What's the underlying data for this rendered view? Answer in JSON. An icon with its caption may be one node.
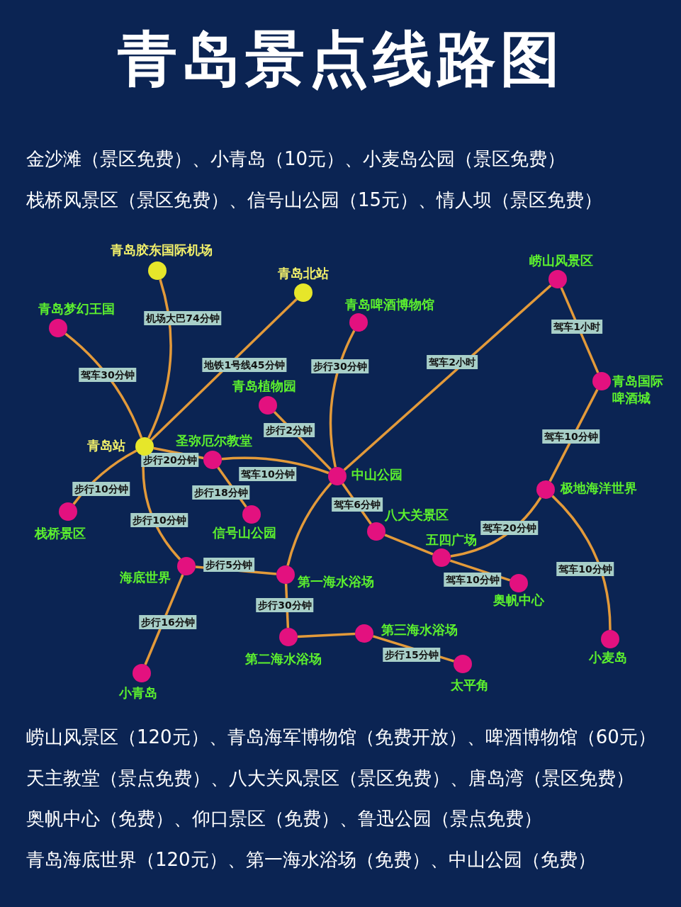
{
  "diagram": {
    "title": "青岛景点线路图",
    "nodes": [
      {
        "text": [
          "青岛胶东国际机场"
        ]
      },
      {
        "text": [
          "青岛北站"
        ]
      },
      {
        "text": [
          "青岛梦幻王国"
        ]
      },
      {
        "text": [
          "青岛啤酒博物馆"
        ]
      },
      {
        "text": [
          "崂山风景区"
        ]
      },
      {
        "text": [
          "青岛国际啤酒城"
        ]
      },
      {
        "text": [
          "青岛植物园"
        ]
      },
      {
        "text": [
          "青岛站"
        ]
      },
      {
        "text": [
          "圣弥厄尔教堂"
        ]
      },
      {
        "text": [
          "中山公园"
        ]
      },
      {
        "text": [
          "极地海洋世界"
        ]
      },
      {
        "text": [
          "栈桥景区"
        ]
      },
      {
        "text": [
          "信号山公园"
        ]
      },
      {
        "text": [
          "八大关景区"
        ]
      },
      {
        "text": [
          "五四广场"
        ]
      },
      {
        "text": [
          "海底世界"
        ]
      },
      {
        "text": [
          "第一海水浴场"
        ]
      },
      {
        "text": [
          "奥帆中心"
        ]
      },
      {
        "text": [
          "第二海水浴场"
        ]
      },
      {
        "text": [
          "第三海水浴场"
        ]
      },
      {
        "text": [
          "小青岛"
        ]
      },
      {
        "text": [
          "太平角"
        ]
      },
      {
        "text": [
          "小麦岛"
        ]
      }
    ],
    "edges": [
      {
        "from": 0,
        "to": 7,
        "arrow": "none",
        "label": "机场大巴74分钟"
      },
      {
        "from": 1,
        "to": 7,
        "arrow": "none",
        "label": "地铁1号线45分钟"
      },
      {
        "from": 2,
        "to": 7,
        "arrow": "none",
        "label": "驾车30分钟"
      },
      {
        "from": 7,
        "to": 8,
        "arrow": "none",
        "label": "步行20分钟"
      },
      {
        "from": 6,
        "to": 9,
        "arrow": "none",
        "label": "步行2分钟"
      },
      {
        "from": 3,
        "to": 9,
        "arrow": "none",
        "label": "步行30分钟"
      },
      {
        "from": 8,
        "to": 9,
        "arrow": "none",
        "label": "驾车10分钟"
      },
      {
        "from": 8,
        "to": 12,
        "arrow": "none",
        "label": "步行18分钟"
      },
      {
        "from": 7,
        "to": 11,
        "arrow": "none",
        "label": "步行10分钟"
      },
      {
        "from": 7,
        "to": 15,
        "arrow": "none",
        "label": "步行10分钟"
      },
      {
        "from": 9,
        "to": 4,
        "arrow": "none",
        "label": "驾车2小时"
      },
      {
        "from": 4,
        "to": 5,
        "arrow": "none",
        "label": "驾车1小时"
      },
      {
        "from": 5,
        "to": 10,
        "arrow": "none",
        "label": "驾车10分钟"
      },
      {
        "from": 9,
        "to": 13,
        "arrow": "none",
        "label": "驾车6分钟"
      },
      {
        "from": 13,
        "to": 14,
        "arrow": "none"
      },
      {
        "from": 14,
        "to": 10,
        "arrow": "none",
        "label": "驾车20分钟"
      },
      {
        "from": 14,
        "to": 17,
        "arrow": "none",
        "label": "驾车10分钟"
      },
      {
        "from": 10,
        "to": 22,
        "arrow": "none",
        "label": "驾车10分钟"
      },
      {
        "from": 15,
        "to": 16,
        "arrow": "none",
        "label": "步行5分钟"
      },
      {
        "from": 9,
        "to": 16,
        "arrow": "none"
      },
      {
        "from": 15,
        "to": 20,
        "arrow": "none",
        "label": "步行16分钟"
      },
      {
        "from": 16,
        "to": 18,
        "arrow": "none",
        "label": "步行30分钟"
      },
      {
        "from": 18,
        "to": 19,
        "arrow": "none"
      },
      {
        "from": 19,
        "to": 21,
        "arrow": "none",
        "label": "步行15分钟"
      }
    ],
    "labels": [
      "金沙滩（景区免费）、小青岛（10元）、小麦岛公园（景区免费）",
      "栈桥风景区（景区免费）、信号山公园（15元）、情人坝（景区免费）",
      "崂山风景区（120元）、青岛海军博物馆（免费开放）、啤酒博物馆（60元）",
      "天主教堂（景点免费）、八大关风景区（景区免费）、唐岛湾（景区免费）",
      "奥帆中心（免费）、仰口景区（免费）、鲁迅公园（景点免费）",
      "青岛海底世界（120元）、第一海水浴场（免费）、中山公园（免费）"
    ]
  }
}
